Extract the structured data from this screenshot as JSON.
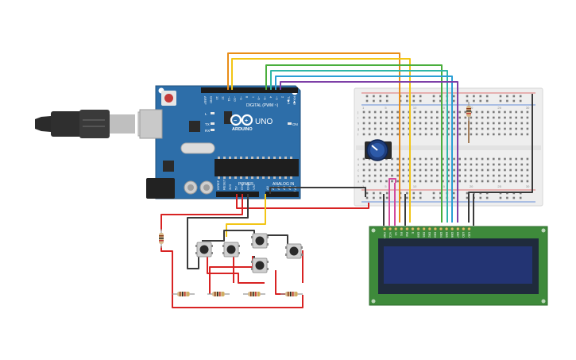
{
  "arduino": {
    "brand": "ARDUINO",
    "model": "UNO",
    "digital_label": "DIGITAL (PWM ~)",
    "power_label": "POWER",
    "analog_label": "ANALOG IN",
    "on_label": "ON",
    "tx_label": "TX",
    "rx_label": "RX",
    "l_label": "L",
    "aref_label": "AREF",
    "gnd_label": "GND",
    "power_pins": [
      "IOREF",
      "RESET",
      "3V3",
      "5V",
      "GND",
      "GND",
      "VIN"
    ],
    "analog_pins": [
      "A0",
      "A1",
      "A2",
      "A3",
      "A4",
      "A5"
    ],
    "digital_pins": [
      "13",
      "12",
      "~11",
      "~10",
      "~9",
      "8",
      "7",
      "~6",
      "~5",
      "4",
      "~3",
      "2",
      "TX▶1",
      "RX◀0"
    ]
  },
  "breadboard": {
    "row_letters_top": [
      "j",
      "i",
      "h",
      "g",
      "f"
    ],
    "row_letters_bottom": [
      "e",
      "d",
      "c",
      "b",
      "a"
    ],
    "column_numbers": [
      "1",
      "5",
      "10",
      "15",
      "20",
      "25",
      "30"
    ]
  },
  "lcd": {
    "pin_labels": [
      "GND",
      "VCC",
      "V0",
      "RS",
      "RW",
      "E",
      "DB0",
      "DB1",
      "DB2",
      "DB3",
      "DB4",
      "DB5",
      "DB6",
      "DB7",
      "LED",
      "LED"
    ]
  },
  "colors": {
    "board": "#2d6ea9",
    "breadboard": "#eeeeee",
    "lcd_pcb": "#3e8a3b",
    "lcd_screen": "#233473",
    "wire_red": "#d82323",
    "wire_black": "#3a3a3a",
    "wire_orange": "#e98d17",
    "wire_yellow": "#f2c516",
    "wire_green": "#4aae3c",
    "wire_teal": "#2fb7a7",
    "wire_blue": "#2a9fd6",
    "wire_purple": "#7d3fa7",
    "wire_pink": "#d34c9c",
    "wire_brown": "#8b5a2b"
  },
  "icons": [
    "usb-cable-icon",
    "potentiometer-icon",
    "pushbutton-icon",
    "resistor-icon",
    "arduino-logo-icon"
  ]
}
